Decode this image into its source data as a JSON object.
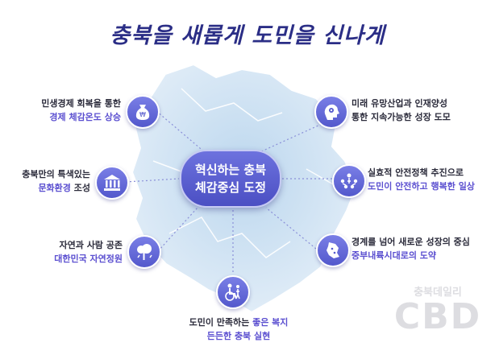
{
  "title": "충북을 새롭게 도민을 신나게",
  "center": {
    "line1": "혁신하는 충북",
    "line2": "체감중심 도정"
  },
  "items": [
    {
      "line1": "민생경제 회복을 통한",
      "line2_accent": "경제 체감온도 상승",
      "line2_plain": "",
      "icon": "money-bag-icon"
    },
    {
      "line1": "충북만의 특색있는",
      "line2_accent": "문화환경",
      "line2_plain": " 조성",
      "icon": "museum-icon"
    },
    {
      "line1": "자연과 사람 공존",
      "line2_accent": "대한민국 자연정원",
      "line2_plain": "",
      "icon": "tree-cloud-icon"
    },
    {
      "line1_plain": "도민이 만족하는 ",
      "line1_accent": "좋은 복지",
      "line2": "든든한 충북 실현",
      "icon": "accessibility-icon"
    },
    {
      "line1": "경계를 넘어 새로운 성장의 중심",
      "line2_accent": "중부내륙시대로의 도약",
      "icon": "map-icon"
    },
    {
      "line1": "실효적 안전정책 추진으로",
      "line2_accent": "도민이 안전하고 행복한 일상",
      "icon": "people-network-icon"
    },
    {
      "line1": "미래 유망산업과 인재양성",
      "line2": "통한 지속가능한 성장 도모",
      "icon": "brain-gear-icon"
    }
  ],
  "watermark": {
    "line1": "충북데일리",
    "line2": "CBD"
  }
}
